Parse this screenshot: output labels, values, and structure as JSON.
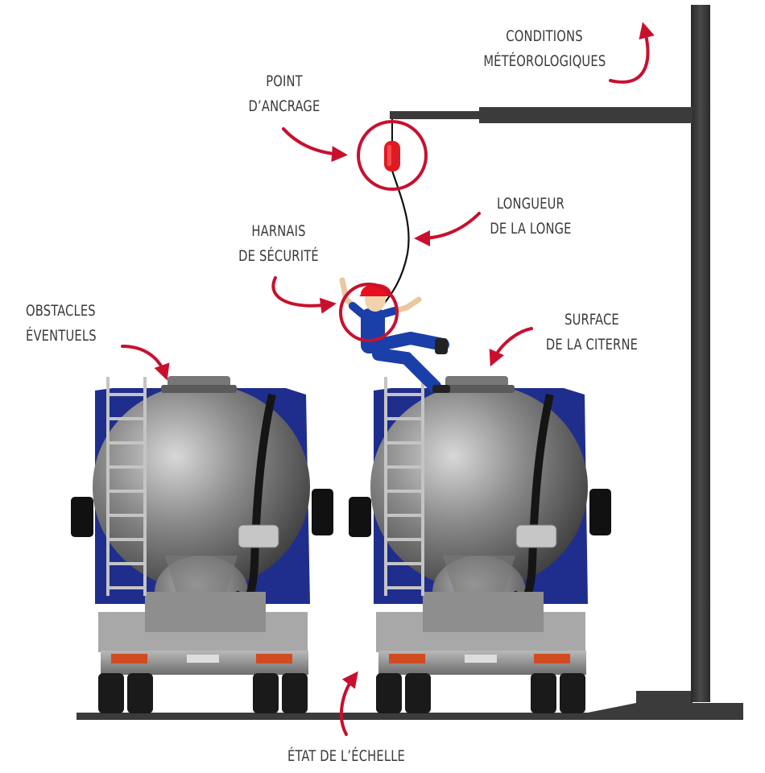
{
  "labels": {
    "weather": [
      "CONDITIONS",
      "MÉTÉOROLOGIQUES"
    ],
    "anchor": [
      "POINT",
      "D’ANCRAGE"
    ],
    "lanyard": [
      "LONGUEUR",
      "DE LA LONGE"
    ],
    "harness": [
      "HARNAIS",
      "DE SÉCURITÉ"
    ],
    "obstacles": [
      "OBSTACLES",
      "ÉVENTUELS"
    ],
    "surface": [
      "SURFACE",
      "DE LA CITERNE"
    ],
    "ladder": "ÉTAT DE L’ÉCHELLE"
  },
  "colors": {
    "accent": "#c8102e",
    "text": "#3a3a3a",
    "structure": "#3b3b3b",
    "truck_cab": "#1f2e8c",
    "tank": "#8a8a8a",
    "worker_helmet": "#e8101e",
    "worker_shirt": "#1a3fa8"
  }
}
